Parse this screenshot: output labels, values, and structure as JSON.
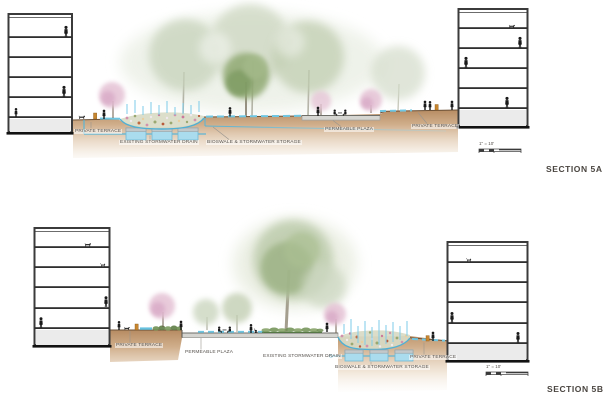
{
  "drawing": {
    "sections": [
      {
        "id": "5A",
        "title": "SECTION 5A",
        "scale": "1\" = 10'",
        "labels": {
          "private_terrace_left": "PRIVATE TERRACE",
          "existing_stormwater_drain": "EXISTING STORMWATER DRAIN",
          "bioswale_storage": "BIOSWALE & STORMWATER STORAGE",
          "permeable_plaza": "PERMEABLE PLAZA",
          "private_terrace_right": "PRIVATE TERRACE"
        }
      },
      {
        "id": "5B",
        "title": "SECTION 5B",
        "scale": "1\" = 10'",
        "labels": {
          "private_terrace_left": "PRIVATE TERRACE",
          "permeable_plaza": "PERMEABLE PLAZA",
          "existing_stormwater_drain": "EXISTING STORMWATER DRAIN",
          "bioswale_storage": "BIOSWALE & STORMWATER STORAGE",
          "private_terrace_right": "PRIVATE TERRACE"
        }
      }
    ],
    "colors": {
      "soil": "#b98e63",
      "water": "#5ab5d6",
      "rain": "#82cde9",
      "storage_box": "#aadcee",
      "canopy_pale": "#c6d2ba",
      "canopy_olive": "#8fa973",
      "blossom_pink": "#e4c1d4",
      "building_stroke": "#3b3b3b",
      "title_text": "#4a4540",
      "label_text": "#55504b"
    }
  }
}
